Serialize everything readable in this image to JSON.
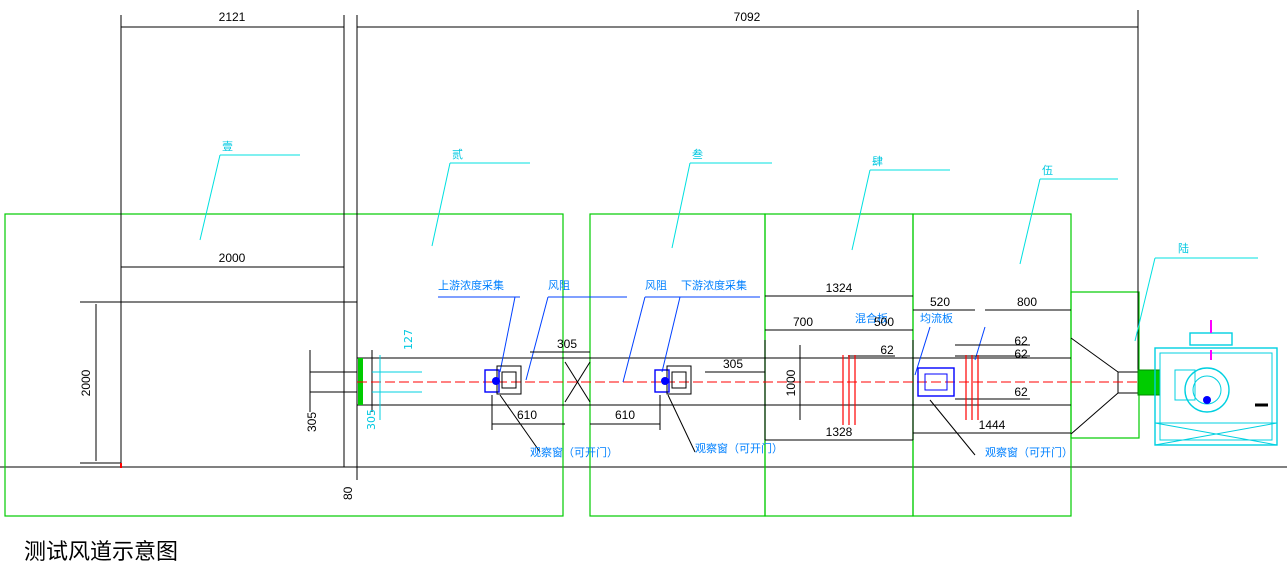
{
  "caption": "测试风道示意图",
  "sections": {
    "s1": "壹",
    "s2": "贰",
    "s3": "叁",
    "s4": "肆",
    "s5": "伍",
    "s6": "陆"
  },
  "labels": {
    "upstream_sampling": "上游浓度采集",
    "damper_a": "风阻",
    "damper_b": "风阻",
    "downstream_sampling": "下游浓度采集",
    "mixing_plate": "混合板",
    "flow_plate": "均流板",
    "window_a": "观察窗（可开门）",
    "window_b": "观察窗（可开门）",
    "window_c": "观察窗（可开门）"
  },
  "dimensions": {
    "d2121": "2121",
    "d7092": "7092",
    "d2000w": "2000",
    "d2000h": "2000",
    "d305a": "305",
    "d305b": "305",
    "d305c": "305",
    "d305d": "305",
    "d610a": "610",
    "d610b": "610",
    "d1324": "1324",
    "d700": "700",
    "d500": "500",
    "d520": "520",
    "d800": "800",
    "d62a": "62",
    "d62b": "62",
    "d62c": "62",
    "d62d": "62",
    "d1000": "1000",
    "d1328": "1328",
    "d1444": "1444",
    "d80": "80",
    "d127": "127"
  },
  "colors": {
    "section_box": "#00cc00",
    "duct": "#000000",
    "label": "#0080ff",
    "centerline": "#ff0000",
    "equipment": "#00d0e0",
    "leader": "#00e0e0"
  }
}
